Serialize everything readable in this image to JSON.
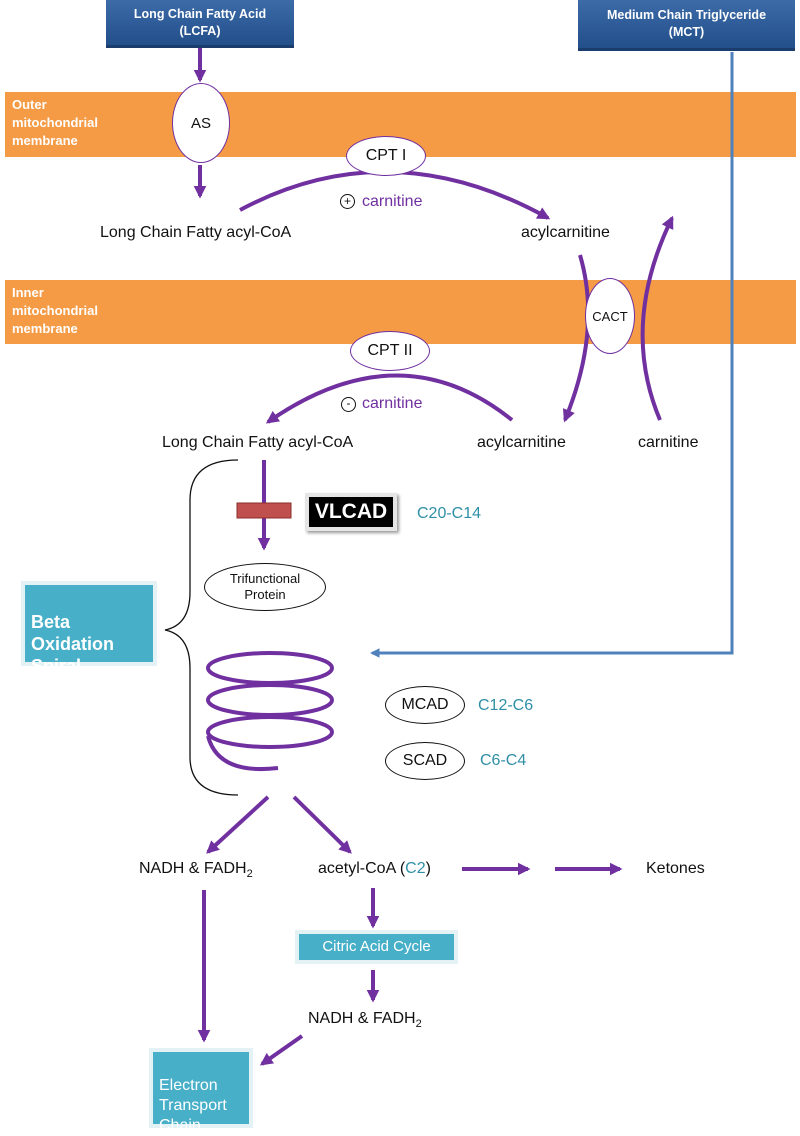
{
  "top": {
    "lcfa": {
      "line1": "Long Chain Fatty Acid",
      "line2": "(LCFA)"
    },
    "mct": {
      "line1": "Medium Chain Triglyceride",
      "line2": "(MCT)"
    }
  },
  "membranes": {
    "outer": "Outer\nmitochondrial\nmembrane",
    "inner": "Inner\nmitochondrial\nmembrane"
  },
  "enzymes": {
    "as": "AS",
    "cpt1": "CPT I",
    "cpt2": "CPT II",
    "cact": "CACT",
    "trifunctional": "Trifunctional\nProtein",
    "vlcad": "VLCAD",
    "mcad": "MCAD",
    "scad": "SCAD"
  },
  "labels": {
    "plus_sign": "+",
    "minus_sign": "-",
    "carnitine_upper": "carnitine",
    "carnitine_lower": "carnitine",
    "lcfacoa_upper": "Long Chain Fatty acyl-CoA",
    "acylcarnitine_upper": "acylcarnitine",
    "lcfacoa_lower": "Long Chain Fatty acyl-CoA",
    "acylcarnitine_lower": "acylcarnitine",
    "carnitine_right": "carnitine",
    "vlcad_range": "C20-C14",
    "mcad_range": "C12-C6",
    "scad_range": "C6-C4",
    "nadh1": "NADH & FADH",
    "nadh1_sub": "2",
    "acetyl_prefix": "acetyl-CoA (",
    "acetyl_c2": "C2",
    "acetyl_suffix": ")",
    "ketones": "Ketones",
    "nadh2": "NADH & FADH",
    "nadh2_sub": "2"
  },
  "boxes": {
    "beta": "Beta\nOxidation\nSpiral",
    "citric": "Citric Acid Cycle",
    "etc": "Electron\nTransport\nChain"
  },
  "colors": {
    "membrane": "#f59a45",
    "arrow": "#7030a0",
    "mct_line": "#4f81bd",
    "teal_box": "#48afc8",
    "top_box": "#2e5d9a",
    "vlcad_block": "#c0504d"
  }
}
